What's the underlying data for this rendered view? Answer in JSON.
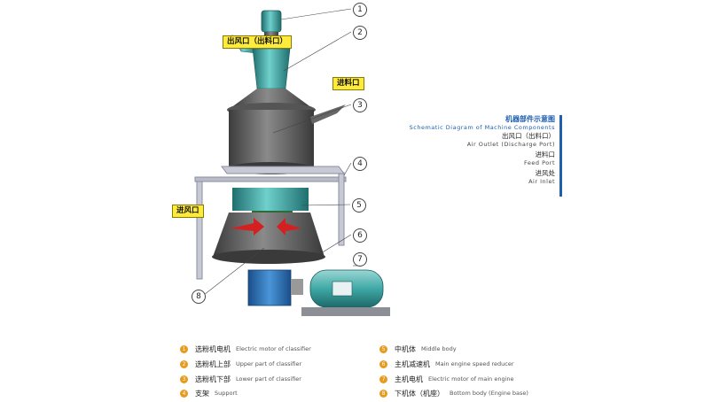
{
  "callouts": {
    "air_outlet": "出风口（出料口）",
    "feed_port": "进料口",
    "air_inlet": "进风口"
  },
  "numbers": [
    "1",
    "2",
    "3",
    "4",
    "5",
    "6",
    "7",
    "8"
  ],
  "legend": {
    "title": "机器部件示意图",
    "subtitle": "Schematic Diagram of Machine Components",
    "items": [
      {
        "cn": "出风口（出料口）",
        "en": "Air Outlet (Discharge Port)"
      },
      {
        "cn": "进料口",
        "en": "Feed Port"
      },
      {
        "cn": "进风处",
        "en": "Air Inlet"
      }
    ]
  },
  "parts": [
    {
      "num": "1",
      "cn": "选粉机电机",
      "en": "Electric motor of classifier"
    },
    {
      "num": "2",
      "cn": "选粉机上部",
      "en": "Upper part of classifier"
    },
    {
      "num": "3",
      "cn": "选粉机下部",
      "en": "Lower part of classifier"
    },
    {
      "num": "4",
      "cn": "支架",
      "en": "Support"
    },
    {
      "num": "5",
      "cn": "中机体",
      "en": "Middle body"
    },
    {
      "num": "6",
      "cn": "主机减速机",
      "en": "Main engine speed reducer"
    },
    {
      "num": "7",
      "cn": "主机电机",
      "en": "Electric motor of main engine"
    },
    {
      "num": "8",
      "cn": "下机体（机座）",
      "en": "Bottom body (Engine base)"
    }
  ],
  "colors": {
    "body_dark": "#5c5c5c",
    "teal": "#3fa8a6",
    "motor_blue": "#2a6fb8",
    "callout_yellow": "#ffeb3b",
    "legend_blue": "#1f5fb0",
    "dot_orange": "#e79b1d",
    "arrow_red": "#d42020"
  }
}
